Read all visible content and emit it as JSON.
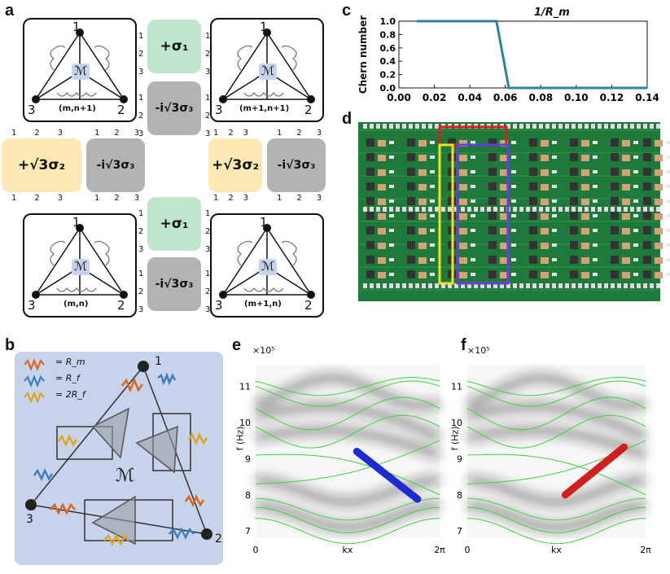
{
  "panels": {
    "a": "a",
    "b": "b",
    "c": "c",
    "d": "d",
    "e": "e",
    "f": "f"
  },
  "panel_a": {
    "tri_top_left": {
      "v1": "1",
      "v2": "2",
      "v3": "3",
      "module": "ℳ",
      "coord": "(m,n+1)"
    },
    "tri_top_right": {
      "v1": "1",
      "v2": "2",
      "v3": "3",
      "module": "ℳ",
      "coord": "(m+1,n+1)"
    },
    "tri_bot_left": {
      "v1": "1",
      "v2": "2",
      "v3": "3",
      "module": "ℳ",
      "coord": "(m,n)"
    },
    "tri_bot_right": {
      "v1": "1",
      "v2": "2",
      "v3": "3",
      "module": "ℳ",
      "coord": "(m+1,n)"
    },
    "m_top_green": "+σ₁",
    "m_top_gray": "-i√3σ₃",
    "m_left_yellow": "+√3σ₂",
    "m_left_gray": "-i√3σ₃",
    "m_right_yellow": "+√3σ₂",
    "m_right_gray": "-i√3σ₃",
    "m_bot_green": "+σ₁",
    "m_bot_gray": "-i√3σ₃",
    "pins": [
      "1",
      "2",
      "3"
    ]
  },
  "panel_b": {
    "legend": [
      "= R_m",
      "= R_f",
      "= 2R_f"
    ],
    "legend_colors": [
      "#d9651e",
      "#3d7fc1",
      "#e0a51e"
    ],
    "v1": "1",
    "v2": "2",
    "v3": "3",
    "module": "ℳ",
    "bg": "#c7d3ea"
  },
  "chart_data": [
    {
      "type": "line",
      "title": "1/R_m",
      "ylabel": "Chern number",
      "xlabel": "",
      "xlim": [
        0.0,
        0.14
      ],
      "ylim": [
        0.0,
        1.0
      ],
      "x_ticks": [
        "0.00",
        "0.02",
        "0.04",
        "0.06",
        "0.08",
        "0.10",
        "0.12",
        "0.14"
      ],
      "y_ticks": [
        "0.0",
        "0.2",
        "0.4",
        "0.6",
        "0.8",
        "1.0"
      ],
      "series": [
        {
          "x": [
            0.01,
            0.055,
            0.062,
            0.14
          ],
          "y": [
            1.0,
            1.0,
            0.0,
            0.0
          ],
          "color": "#2a8599"
        }
      ]
    },
    {
      "type": "heatmap",
      "panel": "e",
      "exponent": "×10⁵",
      "ylabel": "f (Hz)",
      "xlabel": "kx",
      "x_ticks": [
        "0",
        "kx",
        "2π"
      ],
      "y_ticks": [
        "11",
        "10",
        "9",
        "8",
        "7"
      ],
      "ylim": [
        6.8,
        11.6
      ],
      "highlight_color": "#1d2bd0"
    },
    {
      "type": "heatmap",
      "panel": "f",
      "exponent": "×10⁵",
      "ylabel": "f (Hz)",
      "xlabel": "kx",
      "x_ticks": [
        "0",
        "kx",
        "2π"
      ],
      "y_ticks": [
        "11",
        "10",
        "9",
        "8",
        "7"
      ],
      "ylim": [
        6.8,
        11.6
      ],
      "highlight_color": "#d01f1f"
    }
  ]
}
